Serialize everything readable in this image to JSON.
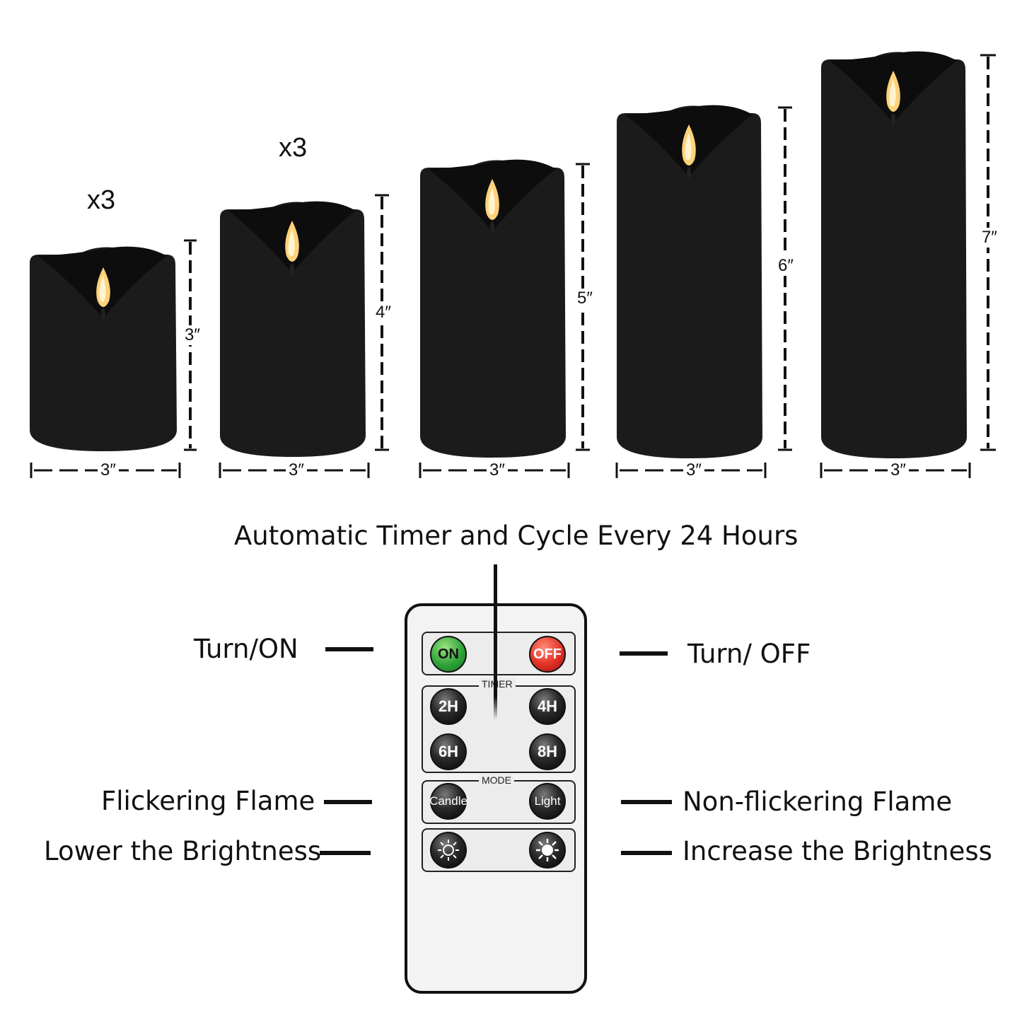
{
  "candles": [
    {
      "quantity": "x3",
      "height_label": "3″",
      "width_label": "3″"
    },
    {
      "quantity": "x3",
      "height_label": "4″",
      "width_label": "3″"
    },
    {
      "quantity": "",
      "height_label": "5″",
      "width_label": "3″"
    },
    {
      "quantity": "",
      "height_label": "6″",
      "width_label": "3″"
    },
    {
      "quantity": "",
      "height_label": "7″",
      "width_label": "3″"
    }
  ],
  "timer_caption": "Automatic Timer and Cycle Every 24 Hours",
  "labels": {
    "turn_on": "Turn/ON",
    "turn_off": "Turn/ OFF",
    "flickering": "Flickering Flame",
    "non_flickering": "Non-flickering Flame",
    "lower_brightness": "Lower the Brightness",
    "increase_brightness": "Increase the Brightness"
  },
  "remote": {
    "on": "ON",
    "off": "OFF",
    "timer_title": "TIMER",
    "timer_2h": "2H",
    "timer_4h": "4H",
    "timer_6h": "6H",
    "timer_8h": "8H",
    "mode_title": "MODE",
    "candle": "Candle",
    "light": "Light"
  },
  "colors": {
    "candle_body": "#1a1a1a",
    "flame": "#ffd27a",
    "on_button": "#2fa33a",
    "off_button": "#e33125"
  }
}
